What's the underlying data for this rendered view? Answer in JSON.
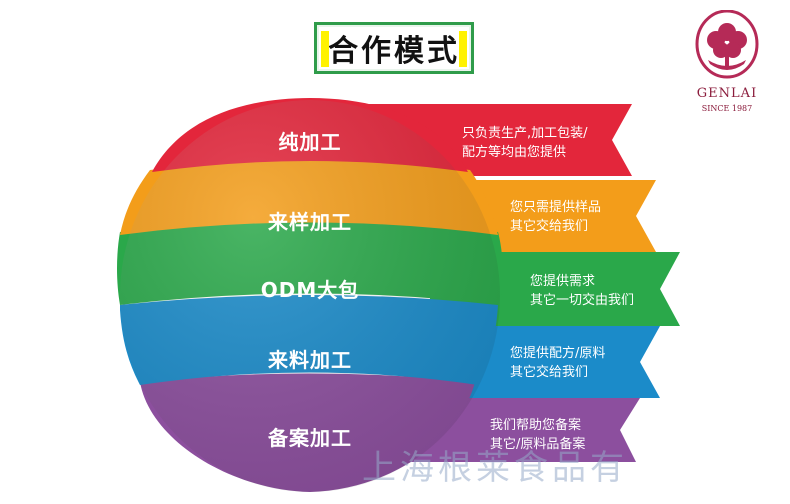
{
  "title": "合作模式",
  "logo": {
    "brand": "GENLAI",
    "since": "SINCE 1987"
  },
  "layers": [
    {
      "label": "纯加工",
      "desc_line1": "只负责生产,加工包装/",
      "desc_line2": "配方等均由您提供",
      "color": "#e3263b"
    },
    {
      "label": "来样加工",
      "desc_line1": "您只需提供样品",
      "desc_line2": "其它交给我们",
      "color": "#f39d1a"
    },
    {
      "label": "ODM大包",
      "desc_line1": "您提供需求",
      "desc_line2": "其它一切交由我们",
      "color": "#2aa84a"
    },
    {
      "label": "来料加工",
      "desc_line1": "您提供配方/原料",
      "desc_line2": "其它交给我们",
      "color": "#1b8bc9"
    },
    {
      "label": "备案加工",
      "desc_line1": "我们帮助您备案",
      "desc_line2": "其它/原料品备案",
      "color": "#8c4f9e"
    }
  ],
  "watermark": "上海根莱食品有"
}
